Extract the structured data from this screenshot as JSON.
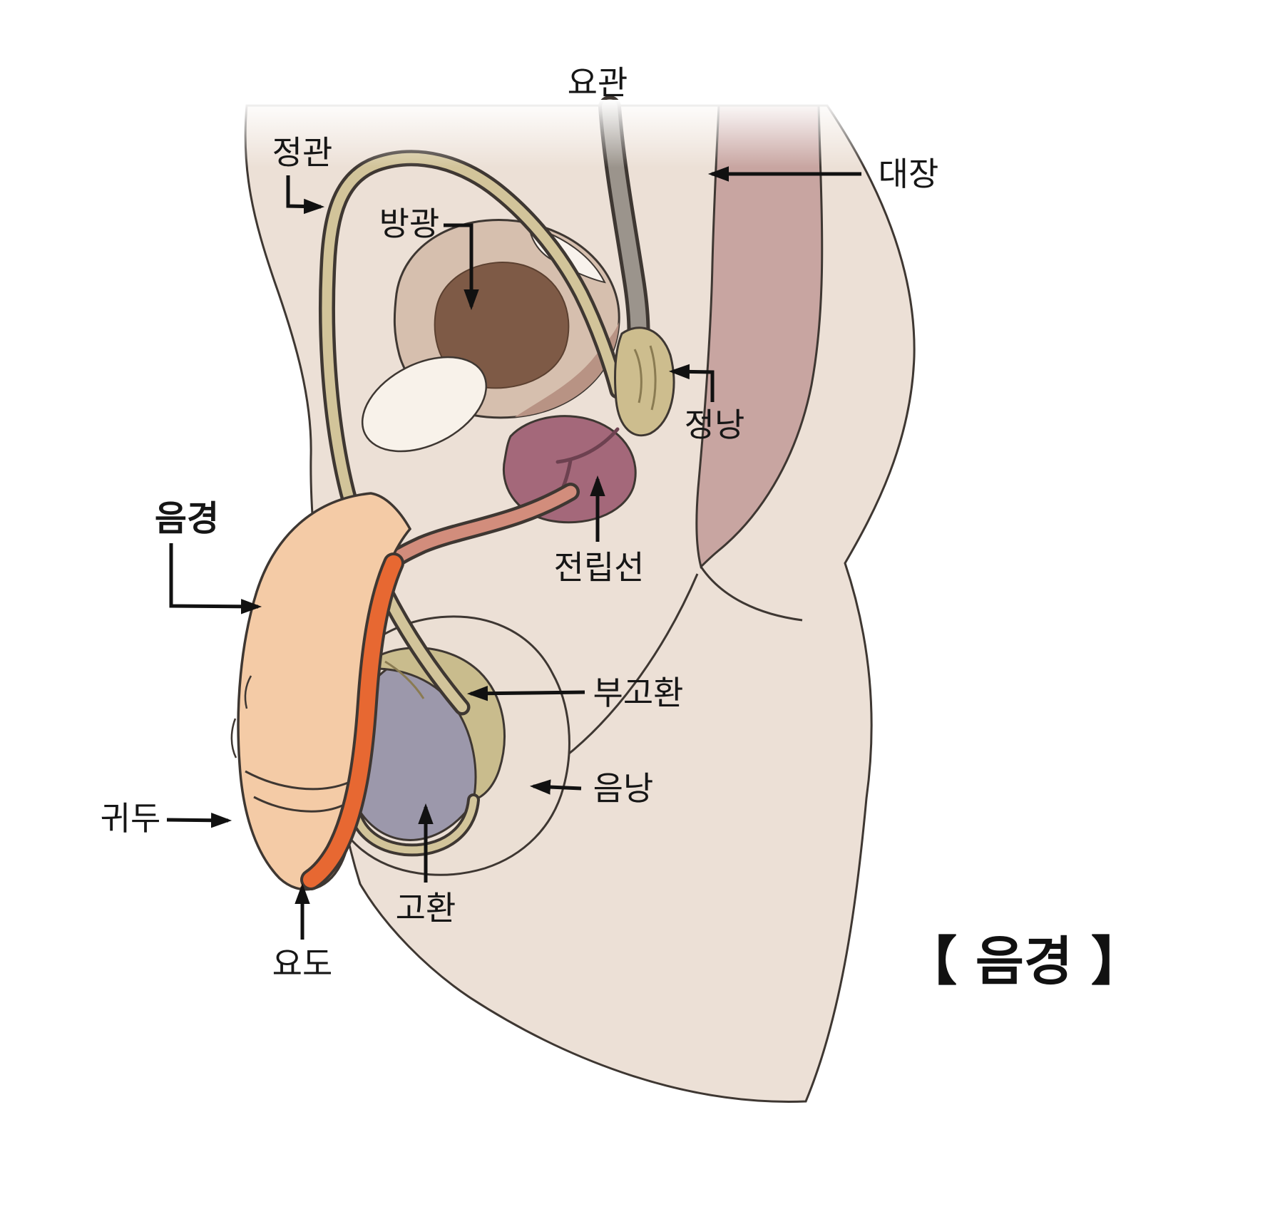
{
  "title": "【 음경 】",
  "labels": {
    "ureter": "요관",
    "vas_deferens": "정관",
    "bladder": "방광",
    "colon": "대장",
    "seminal_vesicle": "정낭",
    "prostate": "전립선",
    "penis": "음경",
    "epididymis": "부고환",
    "scrotum": "음낭",
    "glans": "귀두",
    "testis": "고환",
    "urethra": "요도"
  },
  "colors": {
    "background": "#ffffff",
    "skin": "#ece0d6",
    "outline": "#3e3732",
    "colon": "#c8a5a1",
    "ureter": "#9b948c",
    "vas_deferens": "#d2c49a",
    "bladder_wall": "#d6bfae",
    "bladder_inner": "#7e5a46",
    "pubic_bone": "#f8f2ea",
    "seminal_vesicle": "#cdbd8e",
    "prostate": "#a4687a",
    "duct": "#d28d7c",
    "urethra_stripe": "#e76832",
    "penis_skin": "#f4cba6",
    "testis": "#9c98ab",
    "epididymis": "#c9bc8d",
    "label_text": "#161616"
  }
}
